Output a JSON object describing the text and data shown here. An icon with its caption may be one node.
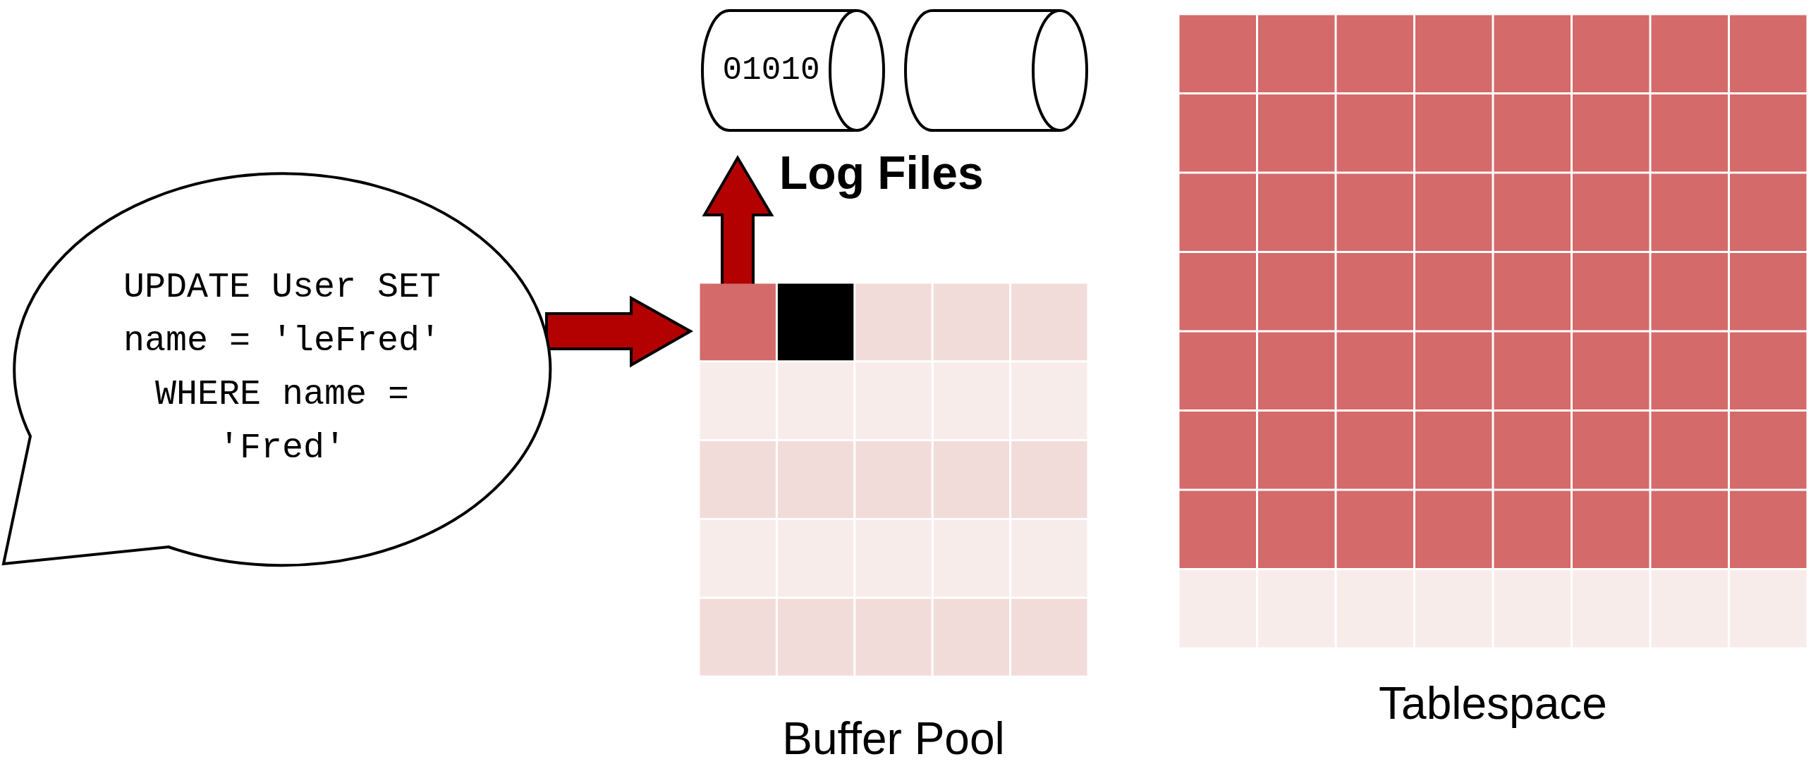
{
  "diagram": {
    "nodes": [
      {
        "text": [
          "UPDATE User SET name = 'leFred' WHERE name = 'Fred'"
        ]
      },
      {
        "text": [
          "01010"
        ]
      },
      {
        "text": [],
        "shape": "cylinder"
      },
      {
        "text": [
          "Buffer Pool"
        ]
      },
      {
        "text": [
          "Tablespace"
        ]
      }
    ],
    "edges": [
      {
        "from": 0,
        "to": 3,
        "arrow": "to"
      },
      {
        "from": 3,
        "to": 1,
        "arrow": "to"
      }
    ],
    "labels": [
      "Log Files"
    ]
  }
}
